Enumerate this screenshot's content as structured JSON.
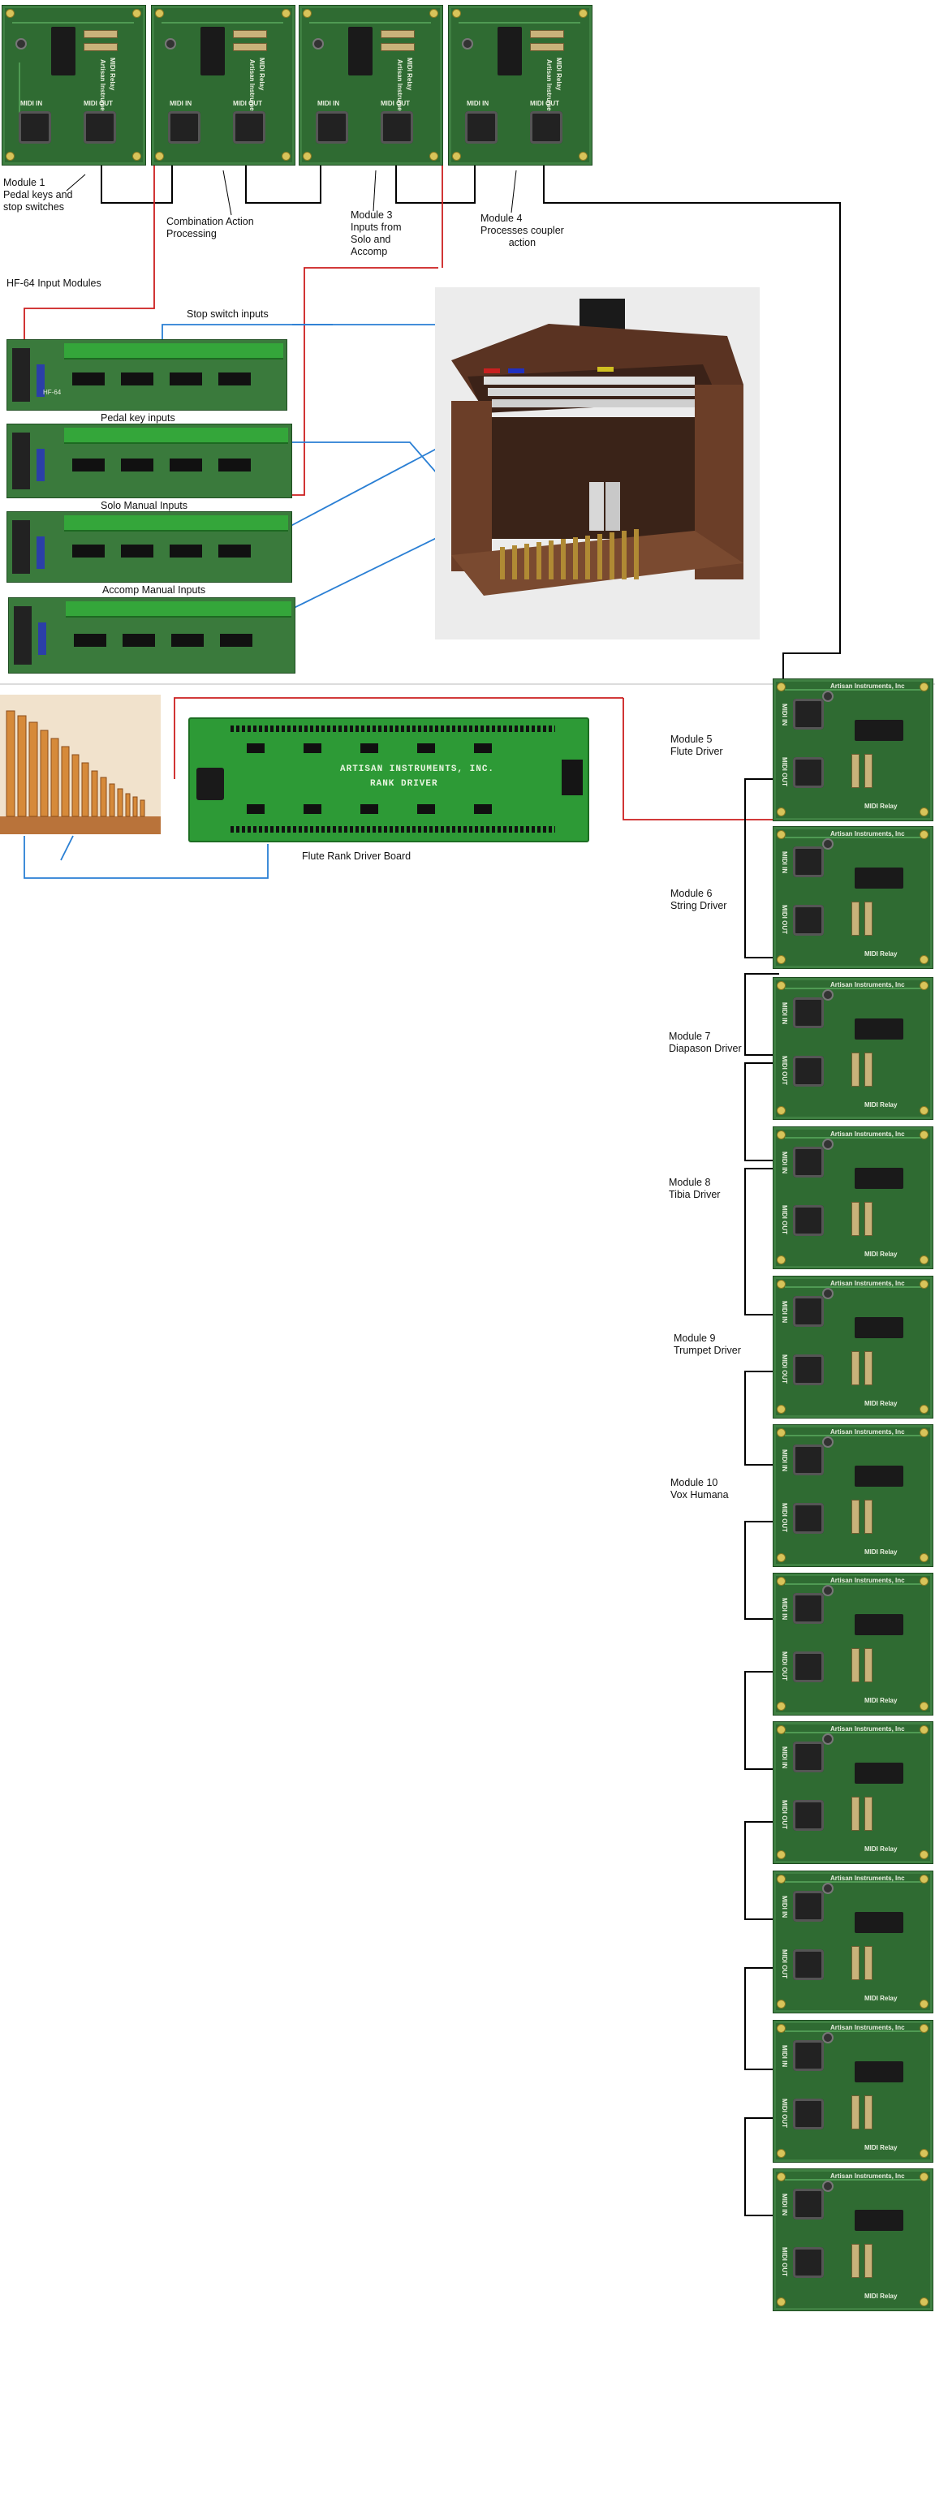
{
  "labels": {
    "module1": [
      "Module 1",
      "Pedal keys and",
      "stop switches"
    ],
    "combination": [
      "Combination Action",
      "Processing"
    ],
    "module3": [
      "Module 3",
      "Inputs from",
      "Solo and",
      "Accomp"
    ],
    "module4": [
      "Module 4",
      "Processes coupler",
      "action"
    ],
    "hf64_title": "HF-64 Input Modules",
    "stop_switch": "Stop switch inputs",
    "pedal_key": "Pedal key inputs",
    "solo_manual": "Solo Manual Inputs",
    "accomp_manual": "Accomp Manual Inputs",
    "flute_rank_board": "Flute Rank Driver Board",
    "module5": [
      "Module 5",
      "Flute Driver"
    ],
    "module6": [
      "Module 6",
      "String Driver"
    ],
    "module7": [
      "Module 7",
      "Diapason Driver"
    ],
    "module8": [
      "Module 8",
      "Tibia Driver"
    ],
    "module9": [
      "Module 9",
      "Trumpet Driver"
    ],
    "module10": [
      "Module 10",
      "Vox Humana"
    ]
  },
  "board_silk": {
    "midi_in": "MIDI IN",
    "midi_out": "MIDI OUT",
    "relay": "MIDI Relay",
    "maker": "Artisan Instruments, Inc",
    "rank_line1": "ARTISAN INSTRUMENTS, INC.",
    "rank_line2": "RANK DRIVER",
    "hf": "HF-64"
  },
  "colors": {
    "midi_cable": "#000000",
    "input_wire_red": "#cc1f1f",
    "input_wire_blue": "#2a7fd4",
    "pcb_green": "#2f6b32",
    "rank_board_green": "#2d9a36"
  }
}
